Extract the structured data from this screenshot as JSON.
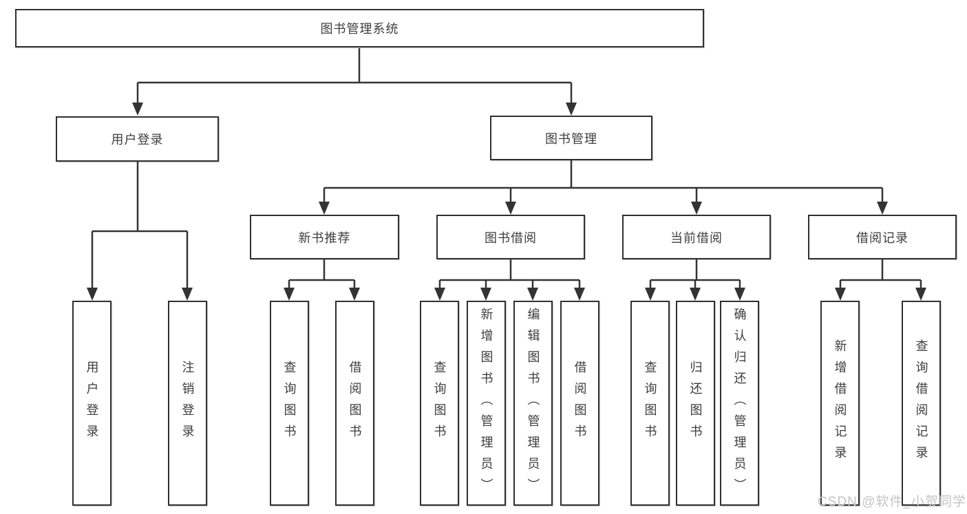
{
  "tree": {
    "label": "图书管理系统",
    "children": [
      {
        "label": "用户登录",
        "children": [
          {
            "label": "用户登录"
          },
          {
            "label": "注销登录"
          }
        ]
      },
      {
        "label": "图书管理",
        "children": [
          {
            "label": "新书推荐",
            "children": [
              {
                "label": "查询图书"
              },
              {
                "label": "借阅图书"
              }
            ]
          },
          {
            "label": "图书借阅",
            "children": [
              {
                "label": "查询图书"
              },
              {
                "label": "新增图书（管理员）"
              },
              {
                "label": "编辑图书（管理员）"
              },
              {
                "label": "借阅图书"
              }
            ]
          },
          {
            "label": "当前借阅",
            "children": [
              {
                "label": "查询图书"
              },
              {
                "label": "归还图书"
              },
              {
                "label": "确认归还（管理员）"
              }
            ]
          },
          {
            "label": "借阅记录",
            "children": [
              {
                "label": "新增借阅记录"
              },
              {
                "label": "查询借阅记录"
              }
            ]
          }
        ]
      }
    ]
  },
  "watermark": "CSDN @软件_小贺同学",
  "colors": {
    "line": "#333333",
    "box_border": "#2f2f2f",
    "text": "#3d3d3d",
    "watermark": "#c3c3c3",
    "background": "#ffffff"
  }
}
